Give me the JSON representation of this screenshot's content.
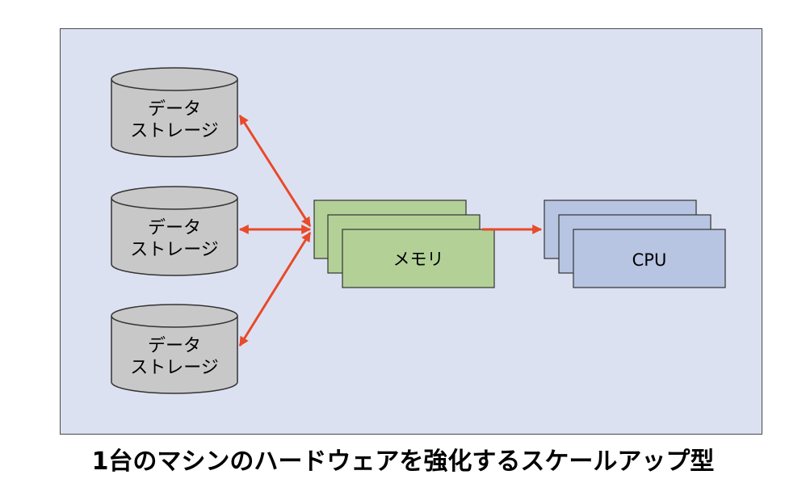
{
  "diagram": {
    "storages": [
      {
        "line1": "データ",
        "line2": "ストレージ"
      },
      {
        "line1": "データ",
        "line2": "ストレージ"
      },
      {
        "line1": "データ",
        "line2": "ストレージ"
      }
    ],
    "memory_label": "メモリ",
    "cpu_label": "CPU",
    "colors": {
      "background": "#dce1f1",
      "cylinder_fill": "#c8c8c8",
      "memory_fill": "#b3d197",
      "cpu_fill": "#b7c4e2",
      "arrow": "#e84a2a"
    }
  },
  "caption": "1台のマシンのハードウェアを強化するスケールアップ型"
}
